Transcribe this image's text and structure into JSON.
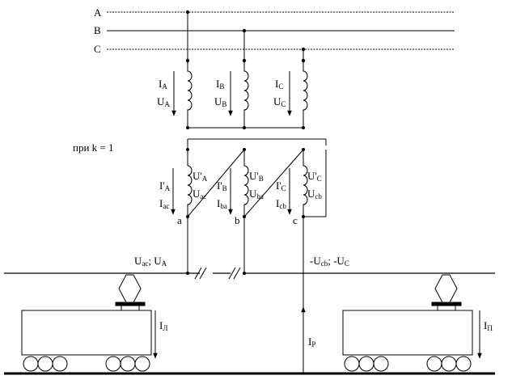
{
  "phases": {
    "a": "A",
    "b": "B",
    "c": "C"
  },
  "condition": "при k = 1",
  "primary": [
    {
      "I": "I",
      "I_sub": "A",
      "U": "U",
      "U_sub": "A"
    },
    {
      "I": "I",
      "I_sub": "B",
      "U": "U",
      "U_sub": "B"
    },
    {
      "I": "I",
      "I_sub": "C",
      "U": "U",
      "U_sub": "C"
    }
  ],
  "secondary_left": [
    {
      "I": "I'",
      "I_sub": "A",
      "I2": "I",
      "I2_sub": "ac"
    },
    {
      "I": "I'",
      "I_sub": "B",
      "I2": "I",
      "I2_sub": "ba"
    },
    {
      "I": "I'",
      "I_sub": "C",
      "I2": "I",
      "I2_sub": "cb"
    }
  ],
  "secondary_right": [
    {
      "U": "U'",
      "U_sub": "A",
      "U2": "U",
      "U2_sub": "ac"
    },
    {
      "U": "U'",
      "U_sub": "B",
      "U2": "U",
      "U2_sub": "ba"
    },
    {
      "U": "U'",
      "U_sub": "C",
      "U2": "U",
      "U2_sub": "cb"
    }
  ],
  "terminals": [
    "a",
    "b",
    "c"
  ],
  "contact_left": {
    "u1": "U",
    "u1_sub": "ac",
    "sep": "; ",
    "u2": "U",
    "u2_sub": "A"
  },
  "contact_right": {
    "u1": "-U",
    "u1_sub": "cb",
    "sep": "; ",
    "u2": "-U",
    "u2_sub": "C"
  },
  "loco_left_current": {
    "I": "I",
    "I_sub": "Л"
  },
  "loco_right_current": {
    "I": "I",
    "I_sub": "П"
  },
  "rail_current": {
    "I": "I",
    "I_sub": "P"
  }
}
